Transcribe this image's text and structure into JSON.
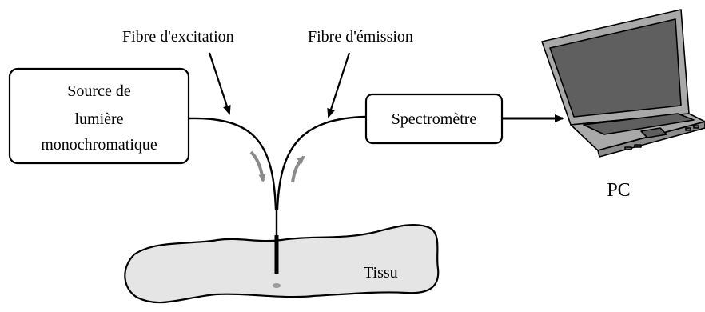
{
  "labels": {
    "source_line1": "Source de",
    "source_line2": "lumière",
    "source_line3": "monochromatique",
    "spectrometer": "Spectromètre",
    "excitation_fiber": "Fibre d'excitation",
    "emission_fiber": "Fibre d'émission",
    "tissue": "Tissu",
    "pc": "PC"
  },
  "colors": {
    "tissue_fill": "#e5e5e5",
    "flow_arrow": "#8a8a8a",
    "laptop_body": "#a9a9a9",
    "laptop_screen": "#5f5f5f",
    "line": "#000000"
  }
}
